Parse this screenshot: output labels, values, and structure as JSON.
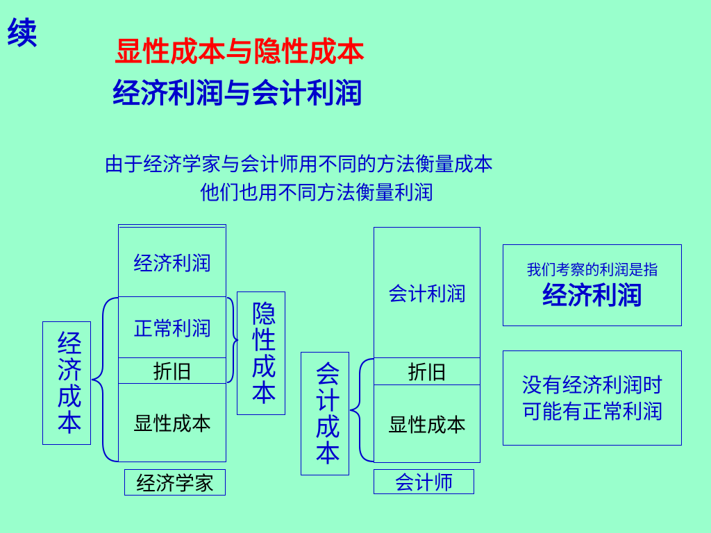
{
  "corner_label": "续",
  "title_red": "显性成本与隐性成本",
  "title_blue": "经济利润与会计利润",
  "intro_line1": "由于经济学家与会计师用不同的方法衡量成本",
  "intro_line2": "他们也用不同方法衡量利润",
  "economist": {
    "stack": [
      "经济利润",
      "正常利润",
      "折旧",
      "显性成本"
    ],
    "cost_label": "经济成本",
    "implicit_label": "隐性成本",
    "footer": "经济学家"
  },
  "accountant": {
    "stack": [
      "会计利润",
      "折旧",
      "显性成本"
    ],
    "cost_label": "会计成本",
    "footer": "会计师"
  },
  "note1_small": "我们考察的利润是指",
  "note1_big": "经济利润",
  "note2": "没有经济利润时可能有正常利润",
  "colors": {
    "background": "#99ffcc",
    "blue": "#0000cc",
    "red": "#ff0000",
    "black": "#000000"
  }
}
